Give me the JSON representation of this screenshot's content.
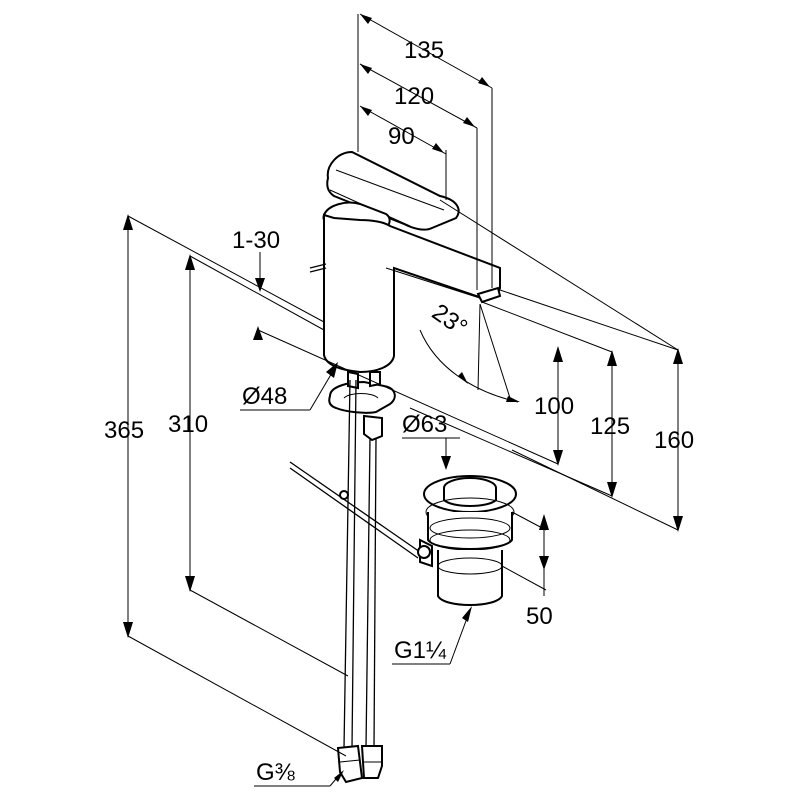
{
  "dimensions": {
    "d135": "135",
    "d120": "120",
    "d90": "90",
    "d1_30": "1-30",
    "d23": "23°",
    "d48": "Ø48",
    "d63": "Ø63",
    "d365": "365",
    "d310": "310",
    "d100": "100",
    "d125": "125",
    "d160": "160",
    "d50": "50",
    "g1_1_4": "G1¼",
    "g3_8": "G⅜"
  },
  "icons": {
    "faucet": "faucet-icon",
    "drain": "pop-up-waste-icon"
  }
}
